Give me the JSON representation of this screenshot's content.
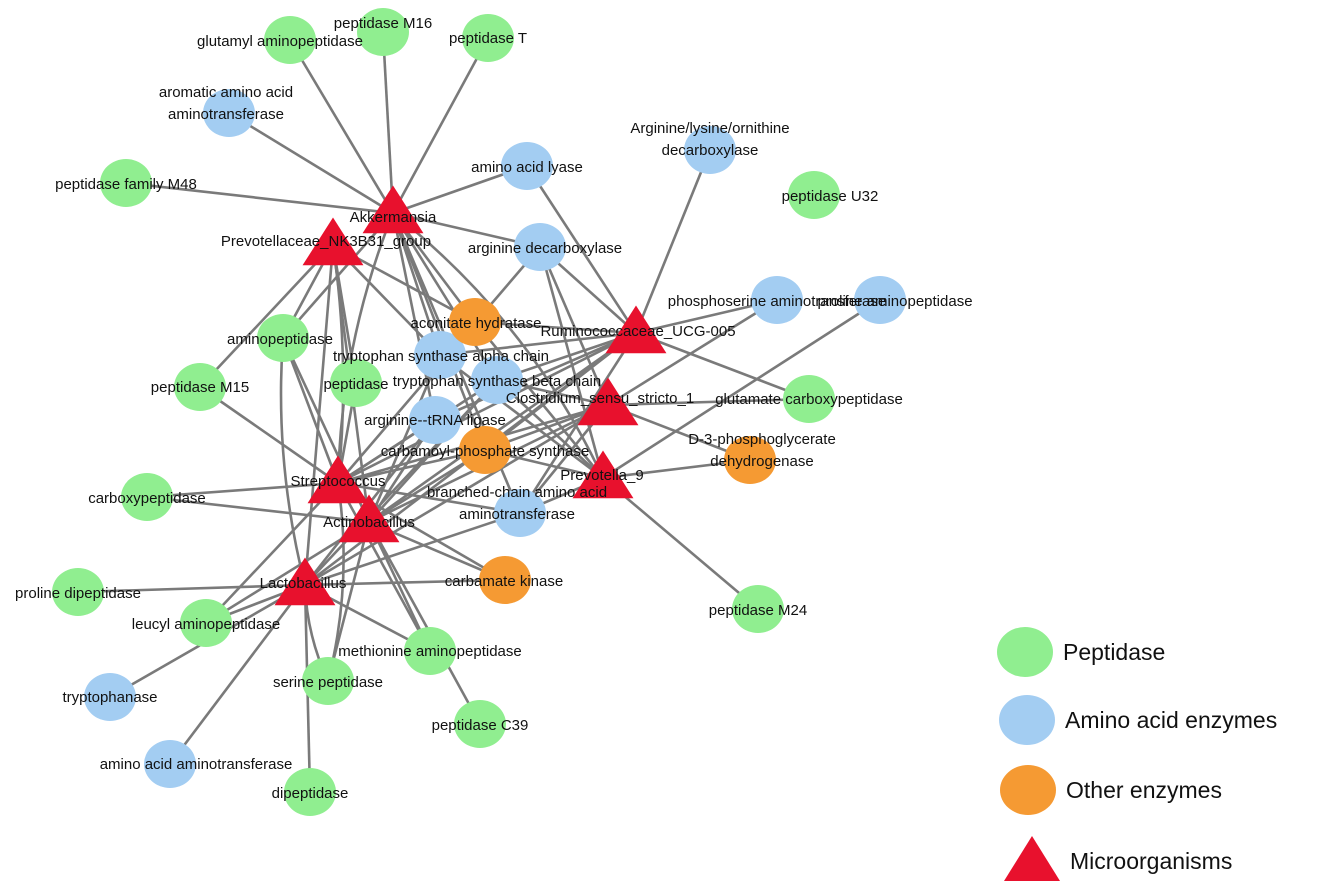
{
  "colors": {
    "peptidase": "#90EE90",
    "amino": "#A3CDF2",
    "other": "#F59A33",
    "micro": "#E8112D",
    "edge": "#7A7A7A"
  },
  "legend": [
    {
      "key": "peptidase",
      "label": "Peptidase"
    },
    {
      "key": "amino",
      "label": "Amino acid enzymes"
    },
    {
      "key": "other",
      "label": "Other enzymes"
    },
    {
      "key": "micro",
      "label": "Microorganisms"
    }
  ],
  "nodes": [
    {
      "id": "akk",
      "type": "micro",
      "label": [
        "Akkermansia"
      ]
    },
    {
      "id": "prevNK",
      "type": "micro",
      "label": [
        "Prevotellaceae_NK3B31_group"
      ]
    },
    {
      "id": "rumino",
      "type": "micro",
      "label": [
        "Ruminococcaceae_UCG-005"
      ]
    },
    {
      "id": "clos",
      "type": "micro",
      "label": [
        "Clostridium_sensu_stricto_1"
      ]
    },
    {
      "id": "prev9",
      "type": "micro",
      "label": [
        "Prevotella_9"
      ]
    },
    {
      "id": "strep",
      "type": "micro",
      "label": [
        "Streptococcus"
      ]
    },
    {
      "id": "actino",
      "type": "micro",
      "label": [
        "Actinobacillus"
      ]
    },
    {
      "id": "lacto",
      "type": "micro",
      "label": [
        "Lactobacillus"
      ]
    },
    {
      "id": "glutAmino",
      "type": "peptidase",
      "label": [
        "glutamyl aminopeptidase"
      ]
    },
    {
      "id": "pepM16",
      "type": "peptidase",
      "label": [
        "peptidase M16"
      ]
    },
    {
      "id": "pepT",
      "type": "peptidase",
      "label": [
        "peptidase T"
      ]
    },
    {
      "id": "pepM48",
      "type": "peptidase",
      "label": [
        "peptidase family M48"
      ]
    },
    {
      "id": "pepU32",
      "type": "peptidase",
      "label": [
        "peptidase U32"
      ]
    },
    {
      "id": "aminopep",
      "type": "peptidase",
      "label": [
        "aminopeptidase"
      ]
    },
    {
      "id": "pepM15",
      "type": "peptidase",
      "label": [
        "peptidase M15"
      ]
    },
    {
      "id": "peptidase",
      "type": "peptidase",
      "label": [
        "peptidase"
      ]
    },
    {
      "id": "glutCarb",
      "type": "peptidase",
      "label": [
        "glutamate carboxypeptidase"
      ]
    },
    {
      "id": "carboxy",
      "type": "peptidase",
      "label": [
        "carboxypeptidase"
      ]
    },
    {
      "id": "prolDi",
      "type": "peptidase",
      "label": [
        "proline dipeptidase"
      ]
    },
    {
      "id": "leucyl",
      "type": "peptidase",
      "label": [
        "leucyl aminopeptidase"
      ]
    },
    {
      "id": "methAmino",
      "type": "peptidase",
      "label": [
        "methionine aminopeptidase"
      ]
    },
    {
      "id": "serPep",
      "type": "peptidase",
      "label": [
        "serine peptidase"
      ]
    },
    {
      "id": "pepC39",
      "type": "peptidase",
      "label": [
        "peptidase C39"
      ]
    },
    {
      "id": "pepM24",
      "type": "peptidase",
      "label": [
        "peptidase M24"
      ]
    },
    {
      "id": "dipep",
      "type": "peptidase",
      "label": [
        "dipeptidase"
      ]
    },
    {
      "id": "aroAT",
      "type": "amino",
      "label": [
        "aromatic amino acid",
        "aminotransferase"
      ]
    },
    {
      "id": "aaLyase",
      "type": "amino",
      "label": [
        "amino acid lyase"
      ]
    },
    {
      "id": "argLysOrn",
      "type": "amino",
      "label": [
        "Arginine/lysine/ornithine",
        "decarboxylase"
      ]
    },
    {
      "id": "argDecarb",
      "type": "amino",
      "label": [
        "arginine decarboxylase"
      ]
    },
    {
      "id": "phosAT",
      "type": "amino",
      "label": [
        "phosphoserine aminotransferase"
      ]
    },
    {
      "id": "proAmino",
      "type": "amino",
      "label": [
        "proline aminopeptidase"
      ]
    },
    {
      "id": "trpAlpha",
      "type": "amino",
      "label": [
        "tryptophan synthase alpha chain"
      ]
    },
    {
      "id": "trpBeta",
      "type": "amino",
      "label": [
        "tryptophan synthase beta chain"
      ]
    },
    {
      "id": "argTRNA",
      "type": "amino",
      "label": [
        "arginine--tRNA ligase"
      ]
    },
    {
      "id": "bcAT",
      "type": "amino",
      "label": [
        "branched-chain amino acid",
        "aminotransferase"
      ]
    },
    {
      "id": "tryptophanase",
      "type": "amino",
      "label": [
        "tryptophanase"
      ]
    },
    {
      "id": "aaAT",
      "type": "amino",
      "label": [
        "amino acid aminotransferase"
      ]
    },
    {
      "id": "aconitate",
      "type": "other",
      "label": [
        "aconitate hydratase"
      ]
    },
    {
      "id": "carbPS",
      "type": "other",
      "label": [
        "carbamoyl-phosphate synthase"
      ]
    },
    {
      "id": "d3pg",
      "type": "other",
      "label": [
        "D-3-phosphoglycerate",
        "dehydrogenase"
      ]
    },
    {
      "id": "carbKin",
      "type": "other",
      "label": [
        "carbamate kinase"
      ]
    }
  ],
  "edges": [
    [
      "akk",
      "glutAmino"
    ],
    [
      "akk",
      "pepM16"
    ],
    [
      "akk",
      "pepT"
    ],
    [
      "akk",
      "aroAT"
    ],
    [
      "akk",
      "pepM48"
    ],
    [
      "akk",
      "argDecarb"
    ],
    [
      "akk",
      "aaLyase"
    ],
    [
      "akk",
      "aminopep"
    ],
    [
      "akk",
      "trpAlpha"
    ],
    [
      "akk",
      "trpBeta"
    ],
    [
      "akk",
      "argTRNA"
    ],
    [
      "akk",
      "carbPS"
    ],
    [
      "akk",
      "strep"
    ],
    [
      "akk",
      "prev9"
    ],
    [
      "akk",
      "bcAT"
    ],
    [
      "akk",
      "aconitate"
    ],
    [
      "prevNK",
      "pepM15"
    ],
    [
      "prevNK",
      "aminopep"
    ],
    [
      "prevNK",
      "peptidase"
    ],
    [
      "prevNK",
      "aconitate"
    ],
    [
      "prevNK",
      "trpAlpha"
    ],
    [
      "prevNK",
      "strep"
    ],
    [
      "rumino",
      "argLysOrn"
    ],
    [
      "rumino",
      "aaLyase"
    ],
    [
      "rumino",
      "argDecarb"
    ],
    [
      "rumino",
      "phosAT"
    ],
    [
      "rumino",
      "aconitate"
    ],
    [
      "rumino",
      "trpAlpha"
    ],
    [
      "rumino",
      "trpBeta"
    ],
    [
      "rumino",
      "argTRNA"
    ],
    [
      "rumino",
      "carbPS"
    ],
    [
      "rumino",
      "strep"
    ],
    [
      "rumino",
      "actino"
    ],
    [
      "rumino",
      "lacto"
    ],
    [
      "rumino",
      "bcAT"
    ],
    [
      "rumino",
      "glutCarb"
    ],
    [
      "clos",
      "phosAT"
    ],
    [
      "clos",
      "glutCarb"
    ],
    [
      "clos",
      "d3pg"
    ],
    [
      "clos",
      "argDecarb"
    ],
    [
      "clos",
      "trpBeta"
    ],
    [
      "clos",
      "carbPS"
    ],
    [
      "clos",
      "strep"
    ],
    [
      "clos",
      "actino"
    ],
    [
      "clos",
      "bcAT"
    ],
    [
      "clos",
      "lacto"
    ],
    [
      "prev9",
      "pepM24"
    ],
    [
      "prev9",
      "d3pg"
    ],
    [
      "prev9",
      "argDecarb"
    ],
    [
      "prev9",
      "trpAlpha"
    ],
    [
      "prev9",
      "trpBeta"
    ],
    [
      "prev9",
      "aconitate"
    ],
    [
      "prev9",
      "carbPS"
    ],
    [
      "prev9",
      "bcAT"
    ],
    [
      "prev9",
      "proAmino"
    ],
    [
      "strep",
      "carboxy"
    ],
    [
      "strep",
      "pepM15"
    ],
    [
      "strep",
      "aminopep"
    ],
    [
      "strep",
      "peptidase"
    ],
    [
      "strep",
      "trpBeta"
    ],
    [
      "strep",
      "argTRNA"
    ],
    [
      "strep",
      "carbPS"
    ],
    [
      "strep",
      "carbKin"
    ],
    [
      "strep",
      "bcAT"
    ],
    [
      "strep",
      "serPep"
    ],
    [
      "strep",
      "methAmino"
    ],
    [
      "strep",
      "leucyl"
    ],
    [
      "strep",
      "argDecarb"
    ],
    [
      "actino",
      "carboxy"
    ],
    [
      "actino",
      "methAmino"
    ],
    [
      "actino",
      "pepC39"
    ],
    [
      "actino",
      "serPep"
    ],
    [
      "actino",
      "leucyl"
    ],
    [
      "actino",
      "trpAlpha"
    ],
    [
      "actino",
      "trpBeta"
    ],
    [
      "actino",
      "argTRNA"
    ],
    [
      "actino",
      "carbPS"
    ],
    [
      "actino",
      "carbKin"
    ],
    [
      "actino",
      "aminopep"
    ],
    [
      "actino",
      "prevNK"
    ],
    [
      "lacto",
      "prolDi"
    ],
    [
      "lacto",
      "leucyl"
    ],
    [
      "lacto",
      "tryptophanase"
    ],
    [
      "lacto",
      "aaAT"
    ],
    [
      "lacto",
      "dipep"
    ],
    [
      "lacto",
      "serPep"
    ],
    [
      "lacto",
      "carbKin"
    ],
    [
      "lacto",
      "argTRNA"
    ],
    [
      "lacto",
      "trpBeta"
    ],
    [
      "lacto",
      "bcAT"
    ],
    [
      "lacto",
      "aminopep"
    ],
    [
      "lacto",
      "methAmino"
    ],
    [
      "lacto",
      "prevNK"
    ]
  ]
}
